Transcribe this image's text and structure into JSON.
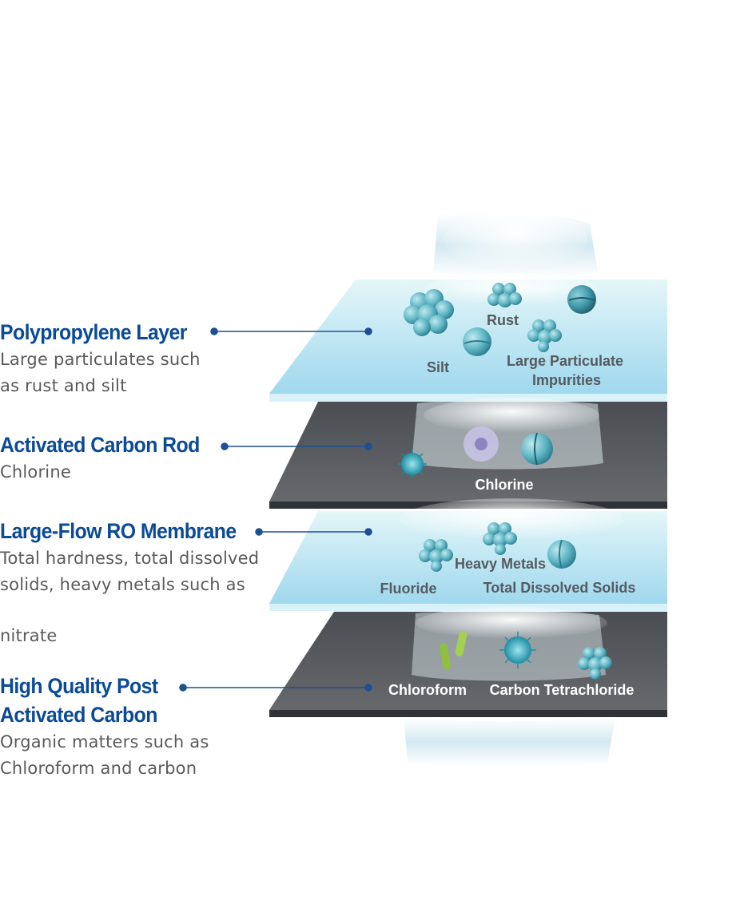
{
  "layers": [
    {
      "title": "Polypropylene Layer",
      "desc_lines": [
        "Large particulates such",
        "as rust and silt"
      ],
      "contaminants": [
        "Rust",
        "Silt"
      ],
      "contaminant_multi": [
        "Large Particulate",
        "Impurities"
      ]
    },
    {
      "title": "Activated Carbon Rod",
      "desc_lines": [
        "Chlorine"
      ],
      "contaminants": [
        "Chlorine"
      ]
    },
    {
      "title": "Large-Flow RO Membrane",
      "desc_lines": [
        "Total hardness, total dissolved",
        "solids, heavy metals such as",
        "nitrate"
      ],
      "contaminants": [
        "Heavy Metals",
        "Fluoride",
        "Total Dissolved Solids"
      ]
    },
    {
      "title_lines": [
        "High Quality Post",
        "Activated Carbon"
      ],
      "desc_lines": [
        "Organic matters such as",
        "Chloroform and carbon"
      ],
      "contaminants": [
        "Chloroform",
        "Carbon Tetrachloride"
      ]
    }
  ],
  "colors": {
    "title": "#0b4a96",
    "connector": "#1e4f93",
    "description": "#5a5a5a",
    "light_layer": "#bfe6f3",
    "dark_layer": "#55595e"
  }
}
